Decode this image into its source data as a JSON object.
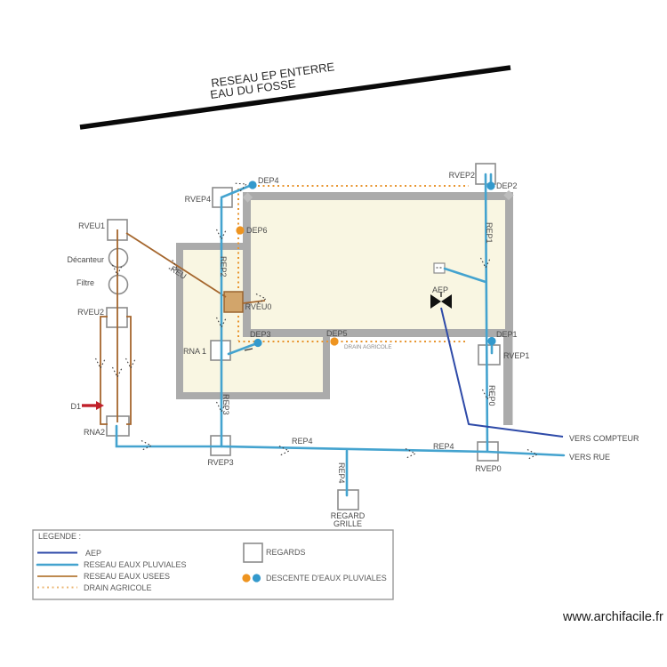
{
  "banner": {
    "line1": "RESEAU EP ENTERRE",
    "line2": "EAU DU FOSSE"
  },
  "watermark": "www.archifacile.fr",
  "colors": {
    "pluvial": "#44A3CF",
    "aep": "#2E4AA8",
    "usees": "#A5662D",
    "usees-legend": "#BE8A50",
    "drain": "#E8952F",
    "drain-legend": "#ECB877",
    "wall": "#ABABAB",
    "bldg-fill": "#F9F6E2",
    "dot-blue": "#3399CC",
    "dot-orange": "#EE9420",
    "box-fill": "#D2A56B",
    "box-stroke": "#9A6430",
    "red": "#C0202A"
  },
  "labels": {
    "rvep4": "RVEP4",
    "dep4": "DEP4",
    "dep6": "DEP6",
    "rveu1": "RVEU1",
    "decanteur": "Décanteur",
    "filtre": "Filtre",
    "rveu2": "RVEU2",
    "d1": "D1",
    "rna2": "RNA2",
    "rna1": "RNA 1",
    "reu": "REU",
    "rep2": "REP2",
    "rveu0": "RVEU0",
    "dep3": "DEP3",
    "dep5": "DEP5",
    "drain_agricole": "DRAIN AGRICOLE",
    "rvep2": "RVEP2",
    "dep2": "DEP2",
    "rep1": "REP1",
    "aep": "AEP",
    "dep1": "DEP1",
    "rvep1": "RVEP1",
    "rep0": "REP0",
    "rep3": "REP3",
    "rvep3": "RVEP3",
    "rep4_a": "REP4",
    "rep4_b": "REP4",
    "rep4_branch": "REP4",
    "rvep0": "RVEP0",
    "vers_compteur": "VERS COMPTEUR",
    "vers_rue": "VERS RUE",
    "regard_grille_1": "REGARD",
    "regard_grille_2": "GRILLE"
  },
  "legend": {
    "title": "LEGENDE :",
    "items": [
      {
        "label": "AEP"
      },
      {
        "label": "RESEAU EAUX PLUVIALES"
      },
      {
        "label": "RESEAU EAUX USEES"
      },
      {
        "label": "DRAIN AGRICOLE"
      },
      {
        "label": "REGARDS"
      },
      {
        "label": "DESCENTE D'EAUX PLUVIALES"
      }
    ]
  }
}
